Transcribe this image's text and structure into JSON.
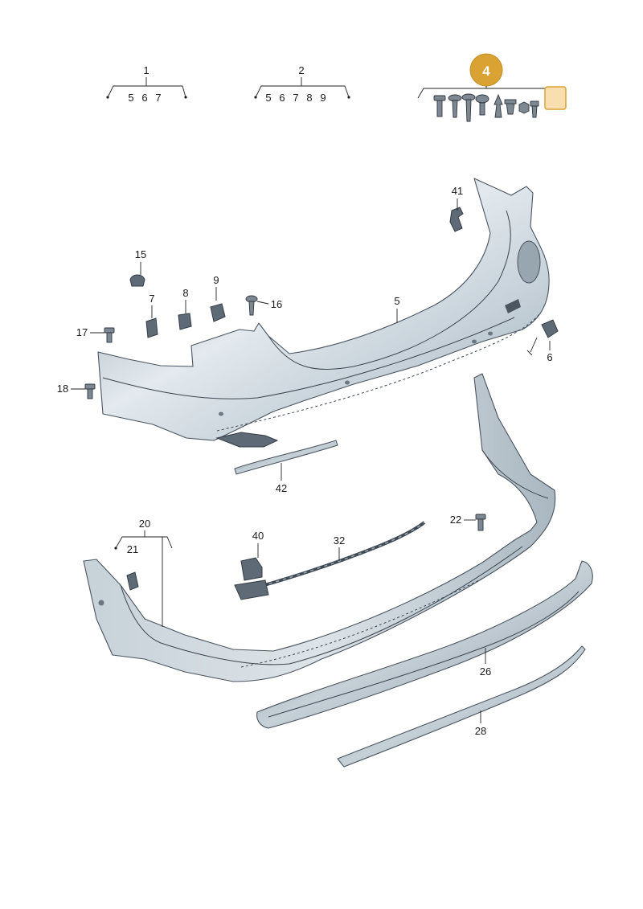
{
  "callouts": {
    "c1": "1",
    "c2": "2",
    "c4": "4",
    "c5": "5",
    "c6": "6",
    "c7": "7",
    "c8": "8",
    "c9": "9",
    "c15": "15",
    "c16": "16",
    "c17": "17",
    "c18": "18",
    "c20": "20",
    "c21": "21",
    "c22": "22",
    "c26": "26",
    "c28": "28",
    "c32": "32",
    "c40": "40",
    "c41": "41",
    "c42": "42"
  },
  "groups": {
    "g1": [
      "5",
      "6",
      "7"
    ],
    "g2": [
      "5",
      "6",
      "7",
      "8",
      "9"
    ]
  },
  "colors": {
    "accent_badge": "#d9a233",
    "badge_text": "#ffffff",
    "square_fill": "#f9dfb0",
    "square_border": "#d9a233",
    "bumper_fill": "#b9c6cf",
    "bumper_light": "#e3e9ee",
    "line": "#222222"
  }
}
